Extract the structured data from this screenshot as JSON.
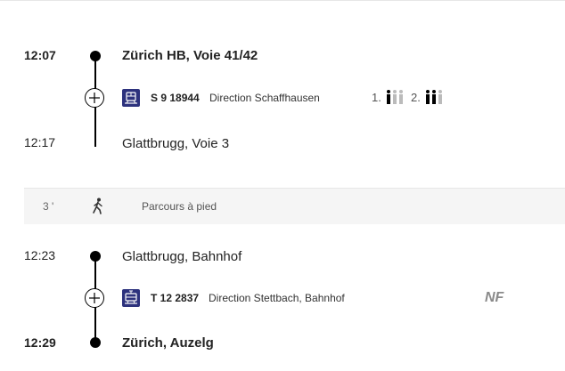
{
  "sections": [
    {
      "departure_time": "12:07",
      "departure_stop": "Zürich HB, Voie 41/42",
      "line": "S 9 18944",
      "direction": "Direction Schaffhausen",
      "mode_icon": "train-icon",
      "occupancy": [
        {
          "class_label": "1.",
          "level": 1
        },
        {
          "class_label": "2.",
          "level": 2
        }
      ],
      "arrival_time": "12:17",
      "arrival_stop": "Glattbrugg, Voie 3"
    },
    {
      "departure_time": "12:23",
      "departure_stop": "Glattbrugg, Bahnhof",
      "line": "T 12 2837",
      "direction": "Direction Stettbach, Bahnhof",
      "mode_icon": "tram-icon",
      "badge": "NF",
      "arrival_time": "12:29",
      "arrival_stop": "Zürich, Auzelg"
    }
  ],
  "walk": {
    "duration": "3 '",
    "label": "Parcours à pied",
    "icon": "pedestrian-icon"
  },
  "colors": {
    "mode_icon_bg": "#2d327d",
    "walk_band_bg": "#f5f5f5",
    "line_color": "#000000"
  }
}
